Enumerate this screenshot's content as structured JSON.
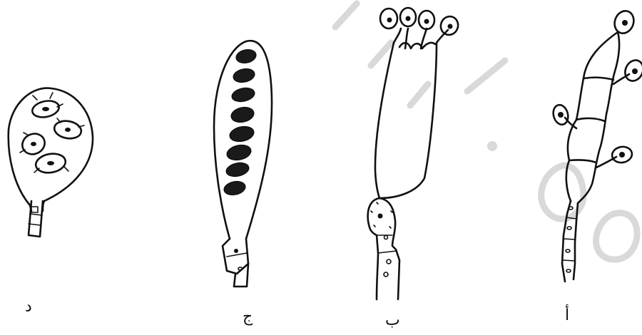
{
  "figure": {
    "labels": {
      "d": "د",
      "j": "ج",
      "b": "ب",
      "a": "أ"
    }
  },
  "colors": {
    "ink": "#111111",
    "watermark": "#d9d9d9",
    "background": "#ffffff"
  }
}
